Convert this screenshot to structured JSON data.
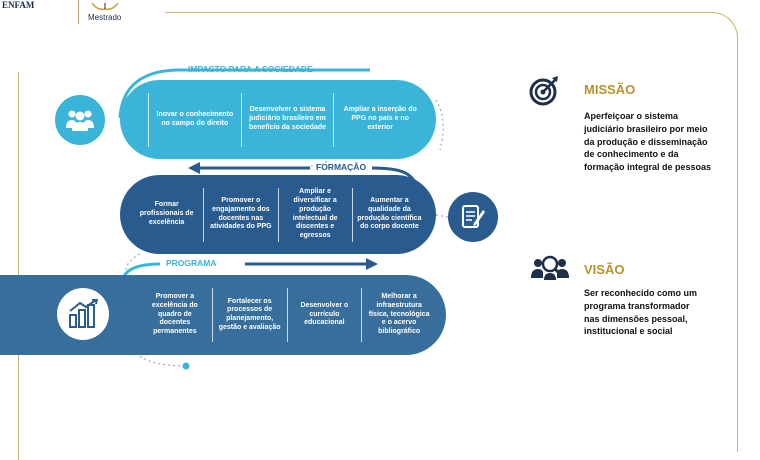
{
  "logo": {
    "name": "ENFAM",
    "subtitle": "Mestrado"
  },
  "sections": {
    "impacto": {
      "label": "IMPACTO PARA A SOCIEDADE",
      "items": [
        "Inovar o conhecimento no campo do direito",
        "Desenvolver o sistema judiciário brasileiro em benefício da sociedade",
        "Ampliar a inserção do PPG no país e no exterior"
      ]
    },
    "formacao": {
      "label": "FORMAÇÃO",
      "items": [
        "Formar profissionais de excelência",
        "Promover o engajamento dos docentes nas atividades do PPG",
        "Ampliar e diversificar a produção intelectual de discentes e egressos",
        "Aumentar a qualidade da produção científica do corpo docente"
      ]
    },
    "programa": {
      "label": "PROGRAMA",
      "items": [
        "Promover a excelência do quadro de docentes permanentes",
        "Fortalecer os processos de planejamento, gestão e avaliação",
        "Desenvolver o currículo educacional",
        "Melhorar a infraestrutura física, tecnológica e o acervo bibliográfico"
      ]
    }
  },
  "missao": {
    "title": "MISSÃO",
    "text": "Aperfeiçoar o sistema judiciário brasileiro por meio da produção e disseminação de conhecimento e da formação integral de pessoas",
    "icon": "target-icon"
  },
  "visao": {
    "title": "VISÃO",
    "text": "Ser reconhecido como um programa transformador nas dimensões pessoal, institucional e social",
    "icon": "people-search-icon"
  },
  "colors": {
    "impacto": "#3ab5d9",
    "formacao": "#2a5b8f",
    "programa": "#376e9c",
    "gold": "#b8912a"
  }
}
